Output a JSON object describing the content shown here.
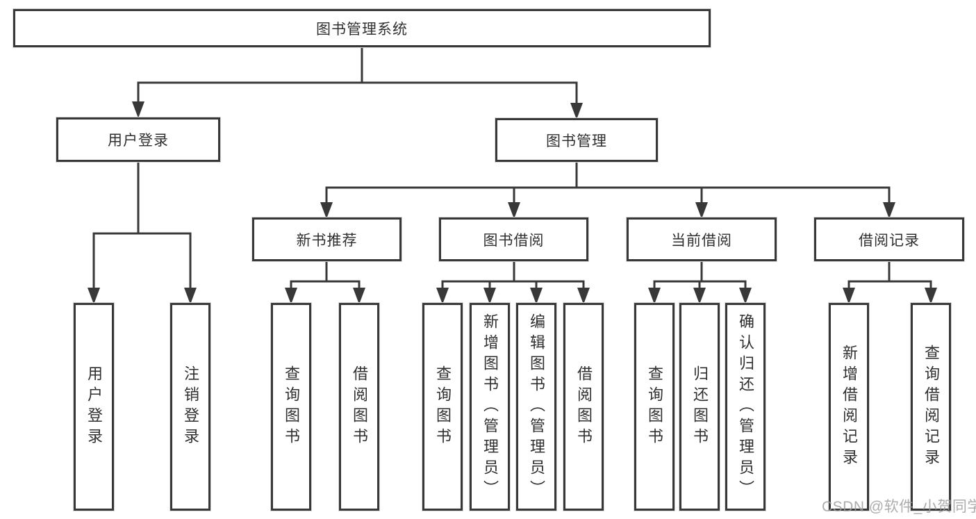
{
  "tree": {
    "label": "图书管理系统",
    "children": [
      {
        "label": "用户登录",
        "children": [
          {
            "label": "用户登录"
          },
          {
            "label": "注销登录"
          }
        ]
      },
      {
        "label": "图书管理",
        "children": [
          {
            "label": "新书推荐",
            "children": [
              {
                "label": "查询图书"
              },
              {
                "label": "借阅图书"
              }
            ]
          },
          {
            "label": "图书借阅",
            "children": [
              {
                "label": "查询图书"
              },
              {
                "label": "新增图书（管理员）"
              },
              {
                "label": "编辑图书（管理员）"
              },
              {
                "label": "借阅图书"
              }
            ]
          },
          {
            "label": "当前借阅",
            "children": [
              {
                "label": "查询图书"
              },
              {
                "label": "归还图书"
              },
              {
                "label": "确认归还（管理员）"
              }
            ]
          },
          {
            "label": "借阅记录",
            "children": [
              {
                "label": "新增借阅记录"
              },
              {
                "label": "查询借阅记录"
              }
            ]
          }
        ]
      }
    ]
  },
  "watermark": {
    "text": "CSDN @软件_小贺同学"
  },
  "colors": {
    "line": "#383838",
    "text": "#2f2f2f",
    "watermark": "#9e9e9e"
  }
}
